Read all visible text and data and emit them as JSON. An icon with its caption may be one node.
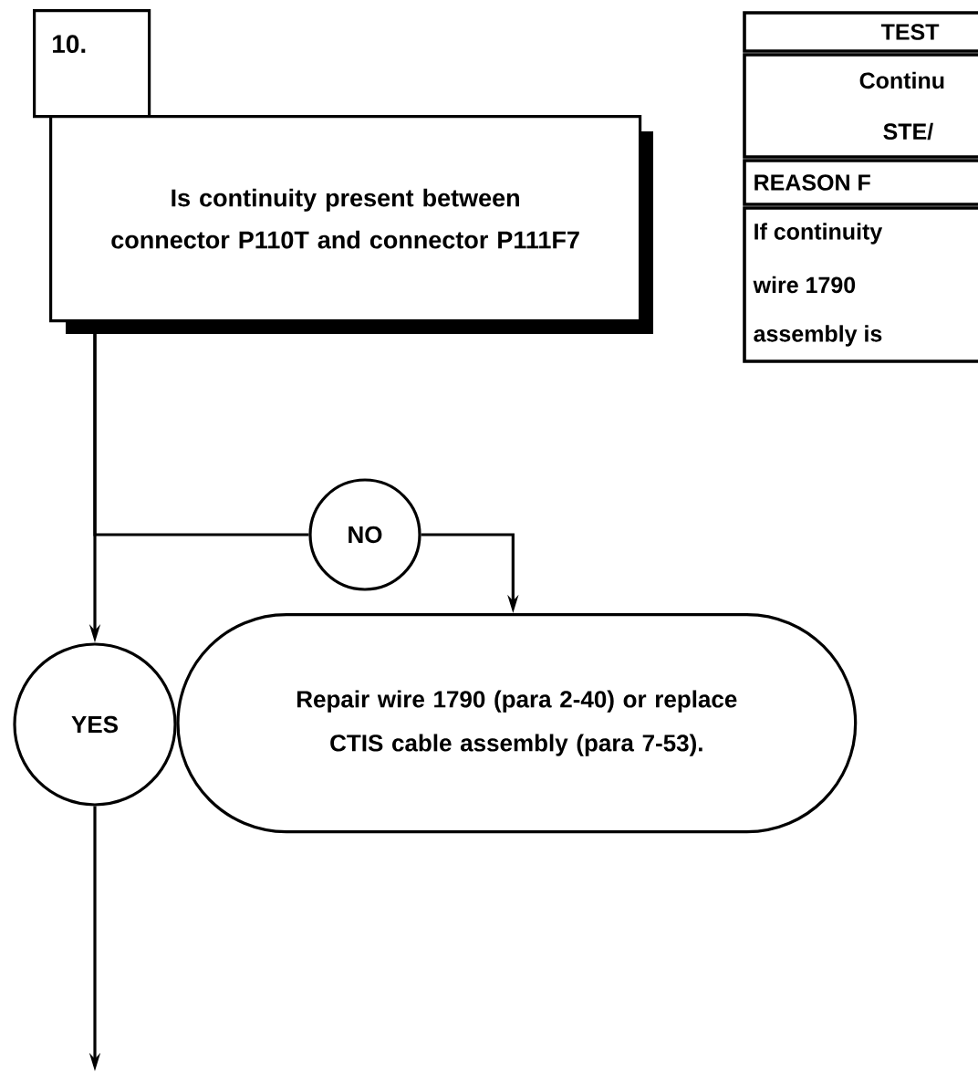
{
  "diagram": {
    "nodes": [
      {
        "text": [
          "10."
        ]
      },
      {
        "text": [
          "Is continuity present between connector P110T and connector P111F7"
        ]
      },
      {
        "text": [
          "NO"
        ]
      },
      {
        "text": [
          "YES"
        ]
      },
      {
        "text": [
          "Repair wire 1790 (para 2-40) or replace CTIS cable assembly (para 7-53)."
        ]
      }
    ],
    "edges": [
      {
        "from": 1,
        "to": 3,
        "arrow": "to"
      },
      {
        "from": 1,
        "to": 2,
        "arrow": "none"
      },
      {
        "from": 2,
        "to": 4,
        "arrow": "to"
      },
      {
        "from": 3,
        "to": null,
        "arrow": "to"
      }
    ],
    "labels": [
      "TEST",
      "Continu",
      "STE/",
      "REASON F",
      "If continuity",
      "wire 1790",
      "assembly is"
    ]
  }
}
